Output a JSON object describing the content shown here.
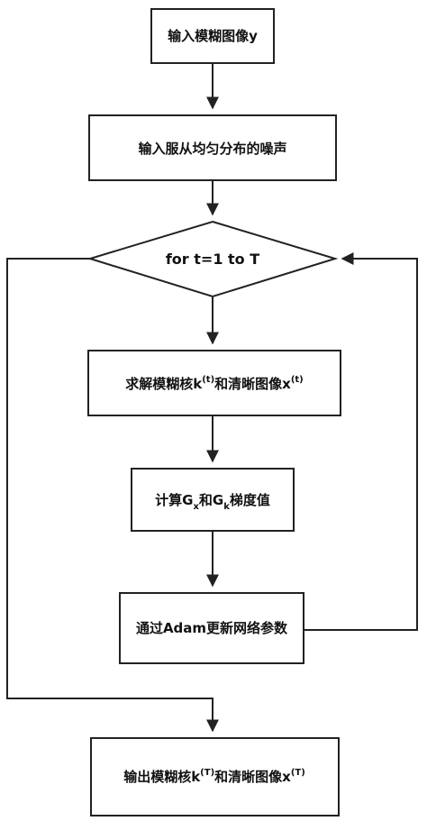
{
  "diagram": {
    "nodes": {
      "input_blur": {
        "label": "输入模糊图像y"
      },
      "input_noise": {
        "label": "输入服从均匀分布的噪声"
      },
      "loop": {
        "label": "for t=1 to T"
      },
      "solve": {
        "prefix": "求解模糊核k",
        "sup1": "(t)",
        "mid": "和清晰图像x",
        "sup2": "(t)"
      },
      "compute": {
        "prefix": "计算G",
        "sub1": "x",
        "mid": "和G",
        "sub2": "k",
        "suffix": "梯度值"
      },
      "update": {
        "label": "通过Adam更新网络参数"
      },
      "output": {
        "prefix": "输出模糊核k",
        "sup1": "(T)",
        "mid": "和清晰图像x",
        "sup2": "(T)"
      }
    },
    "colors": {
      "stroke": "#222222",
      "fill": "#ffffff",
      "text": "#111111"
    }
  }
}
